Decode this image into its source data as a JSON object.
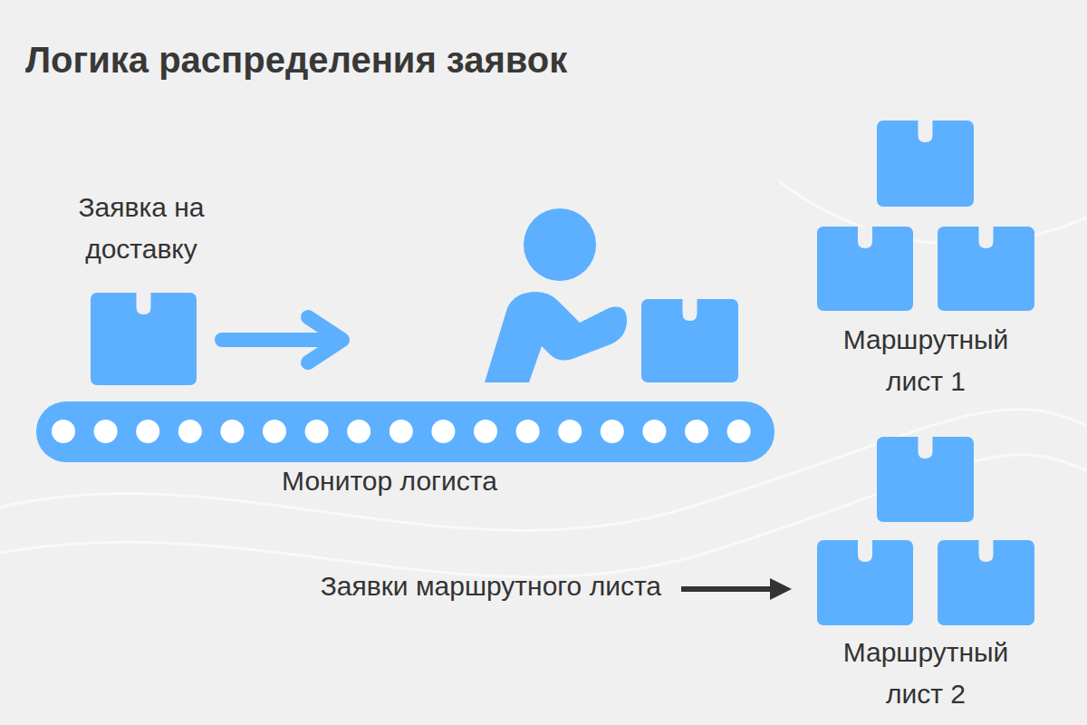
{
  "diagram": {
    "title": "Логика распределения заявок",
    "nodes": [
      {
        "text": [
          "Заявка на доставку"
        ]
      },
      {
        "text": [
          "Монитор логиста"
        ]
      },
      {
        "text": [
          "Маршрутный лист 1"
        ]
      },
      {
        "text": [
          "Маршрутный лист 2"
        ]
      }
    ],
    "labels": [
      "Заявки маршрутного листа"
    ]
  }
}
